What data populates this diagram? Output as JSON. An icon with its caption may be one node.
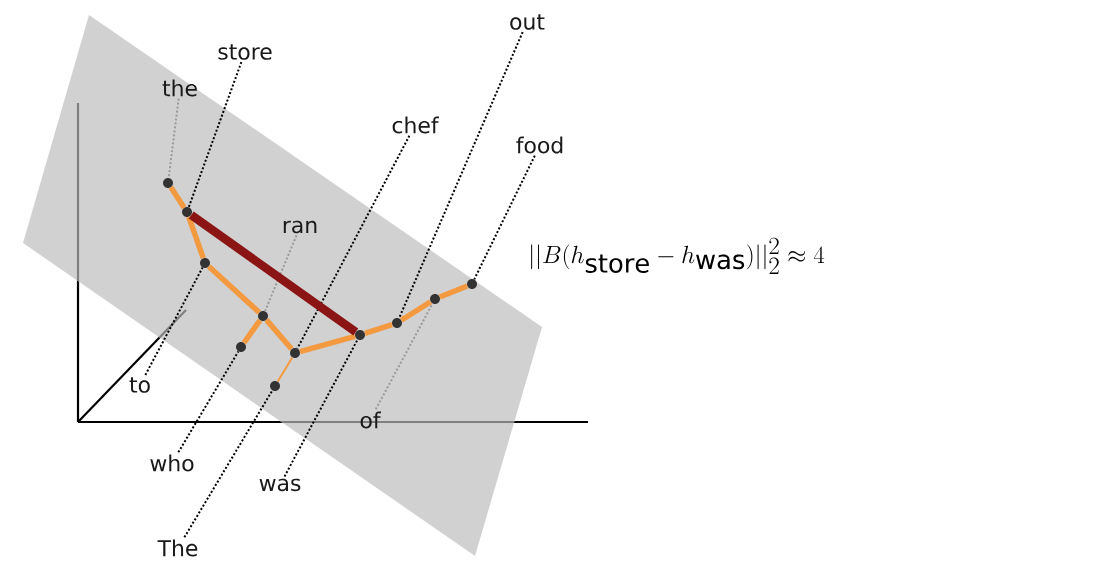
{
  "diagram": {
    "nodes": [
      {
        "text": [
          "out"
        ]
      },
      {
        "text": [
          "store"
        ]
      },
      {
        "text": [
          "the"
        ]
      },
      {
        "text": [
          "chef"
        ]
      },
      {
        "text": [
          "food"
        ]
      },
      {
        "text": [
          "ran"
        ]
      },
      {
        "text": [
          "to"
        ]
      },
      {
        "text": [
          "of"
        ]
      },
      {
        "text": [
          "who"
        ]
      },
      {
        "text": [
          "was"
        ]
      },
      {
        "text": [
          "The"
        ]
      },
      {
        "text": [],
        "shape": "circle"
      },
      {
        "text": [],
        "shape": "circle"
      },
      {
        "text": [],
        "shape": "circle"
      },
      {
        "text": [],
        "shape": "circle"
      },
      {
        "text": [],
        "shape": "circle"
      },
      {
        "text": [],
        "shape": "circle"
      },
      {
        "text": [],
        "shape": "circle"
      },
      {
        "text": [],
        "shape": "circle"
      },
      {
        "text": [],
        "shape": "circle"
      },
      {
        "text": [],
        "shape": "circle"
      },
      {
        "text": [],
        "shape": "circle"
      }
    ],
    "edges": [
      {
        "from": 0,
        "to": 19,
        "arrow": "none",
        "style": "dashed",
        "color": "#000000"
      },
      {
        "from": 1,
        "to": 12,
        "arrow": "none",
        "style": "dashed",
        "color": "#000000"
      },
      {
        "from": 2,
        "to": 11,
        "arrow": "none",
        "style": "dashed",
        "color": "#9a9a9a"
      },
      {
        "from": 3,
        "to": 16,
        "arrow": "none",
        "style": "dashed",
        "color": "#000000"
      },
      {
        "from": 4,
        "to": 21,
        "arrow": "none",
        "style": "dashed",
        "color": "#000000"
      },
      {
        "from": 5,
        "to": 15,
        "arrow": "none",
        "style": "dashed",
        "color": "#9a9a9a"
      },
      {
        "from": 6,
        "to": 13,
        "arrow": "none",
        "style": "dashed",
        "color": "#000000"
      },
      {
        "from": 7,
        "to": 20,
        "arrow": "none",
        "style": "dashed",
        "color": "#9a9a9a"
      },
      {
        "from": 8,
        "to": 14,
        "arrow": "none",
        "style": "dashed",
        "color": "#000000"
      },
      {
        "from": 9,
        "to": 18,
        "arrow": "none",
        "style": "dashed",
        "color": "#000000"
      },
      {
        "from": 10,
        "to": 17,
        "arrow": "none",
        "style": "dashed",
        "color": "#000000"
      },
      {
        "from": 11,
        "to": 12,
        "arrow": "none",
        "style": "thick"
      },
      {
        "from": 12,
        "to": 13,
        "arrow": "none",
        "style": "thick"
      },
      {
        "from": 13,
        "to": 15,
        "arrow": "none",
        "style": "thick"
      },
      {
        "from": 15,
        "to": 14,
        "arrow": "none",
        "style": "thick"
      },
      {
        "from": 15,
        "to": 16,
        "arrow": "none",
        "style": "thick"
      },
      {
        "from": 16,
        "to": 17,
        "arrow": "none"
      },
      {
        "from": 16,
        "to": 18,
        "arrow": "none",
        "style": "thick"
      },
      {
        "from": 18,
        "to": 19,
        "arrow": "none",
        "style": "thick"
      },
      {
        "from": 19,
        "to": 20,
        "arrow": "none",
        "style": "thick"
      },
      {
        "from": 20,
        "to": 21,
        "arrow": "none",
        "style": "thick"
      },
      {
        "from": 12,
        "to": 18,
        "arrow": "none",
        "style": "thick",
        "color": "#8b1515"
      }
    ],
    "labels": [
      "||B(h_{\\mathrm{store}} - h_{\\mathrm{was}})||_2^2 \\approx 4"
    ]
  }
}
